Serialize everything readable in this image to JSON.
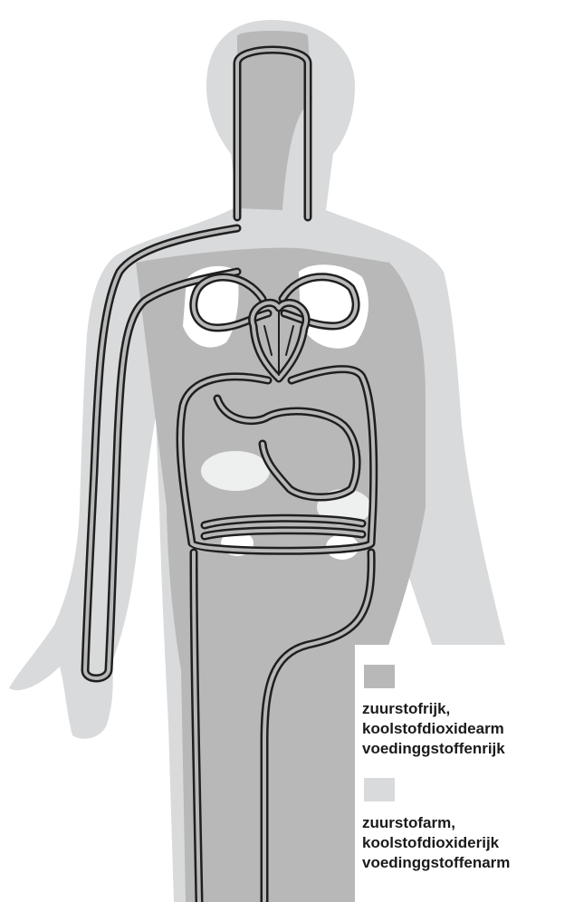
{
  "colors": {
    "oxygen_rich": "#b8b8b8",
    "oxygen_poor": "#d8dadb",
    "vessel_outline": "#1f1f1f",
    "background": "#ffffff"
  },
  "legend": {
    "oxygen_rich": {
      "lines": [
        "zuurstofrijk,",
        "koolstofdioxidearm",
        "voedinggstoffenrijk"
      ]
    },
    "oxygen_poor": {
      "lines": [
        "zuurstofarm,",
        "koolstofdioxiderijk",
        "voedinggstoffenarm"
      ]
    }
  }
}
